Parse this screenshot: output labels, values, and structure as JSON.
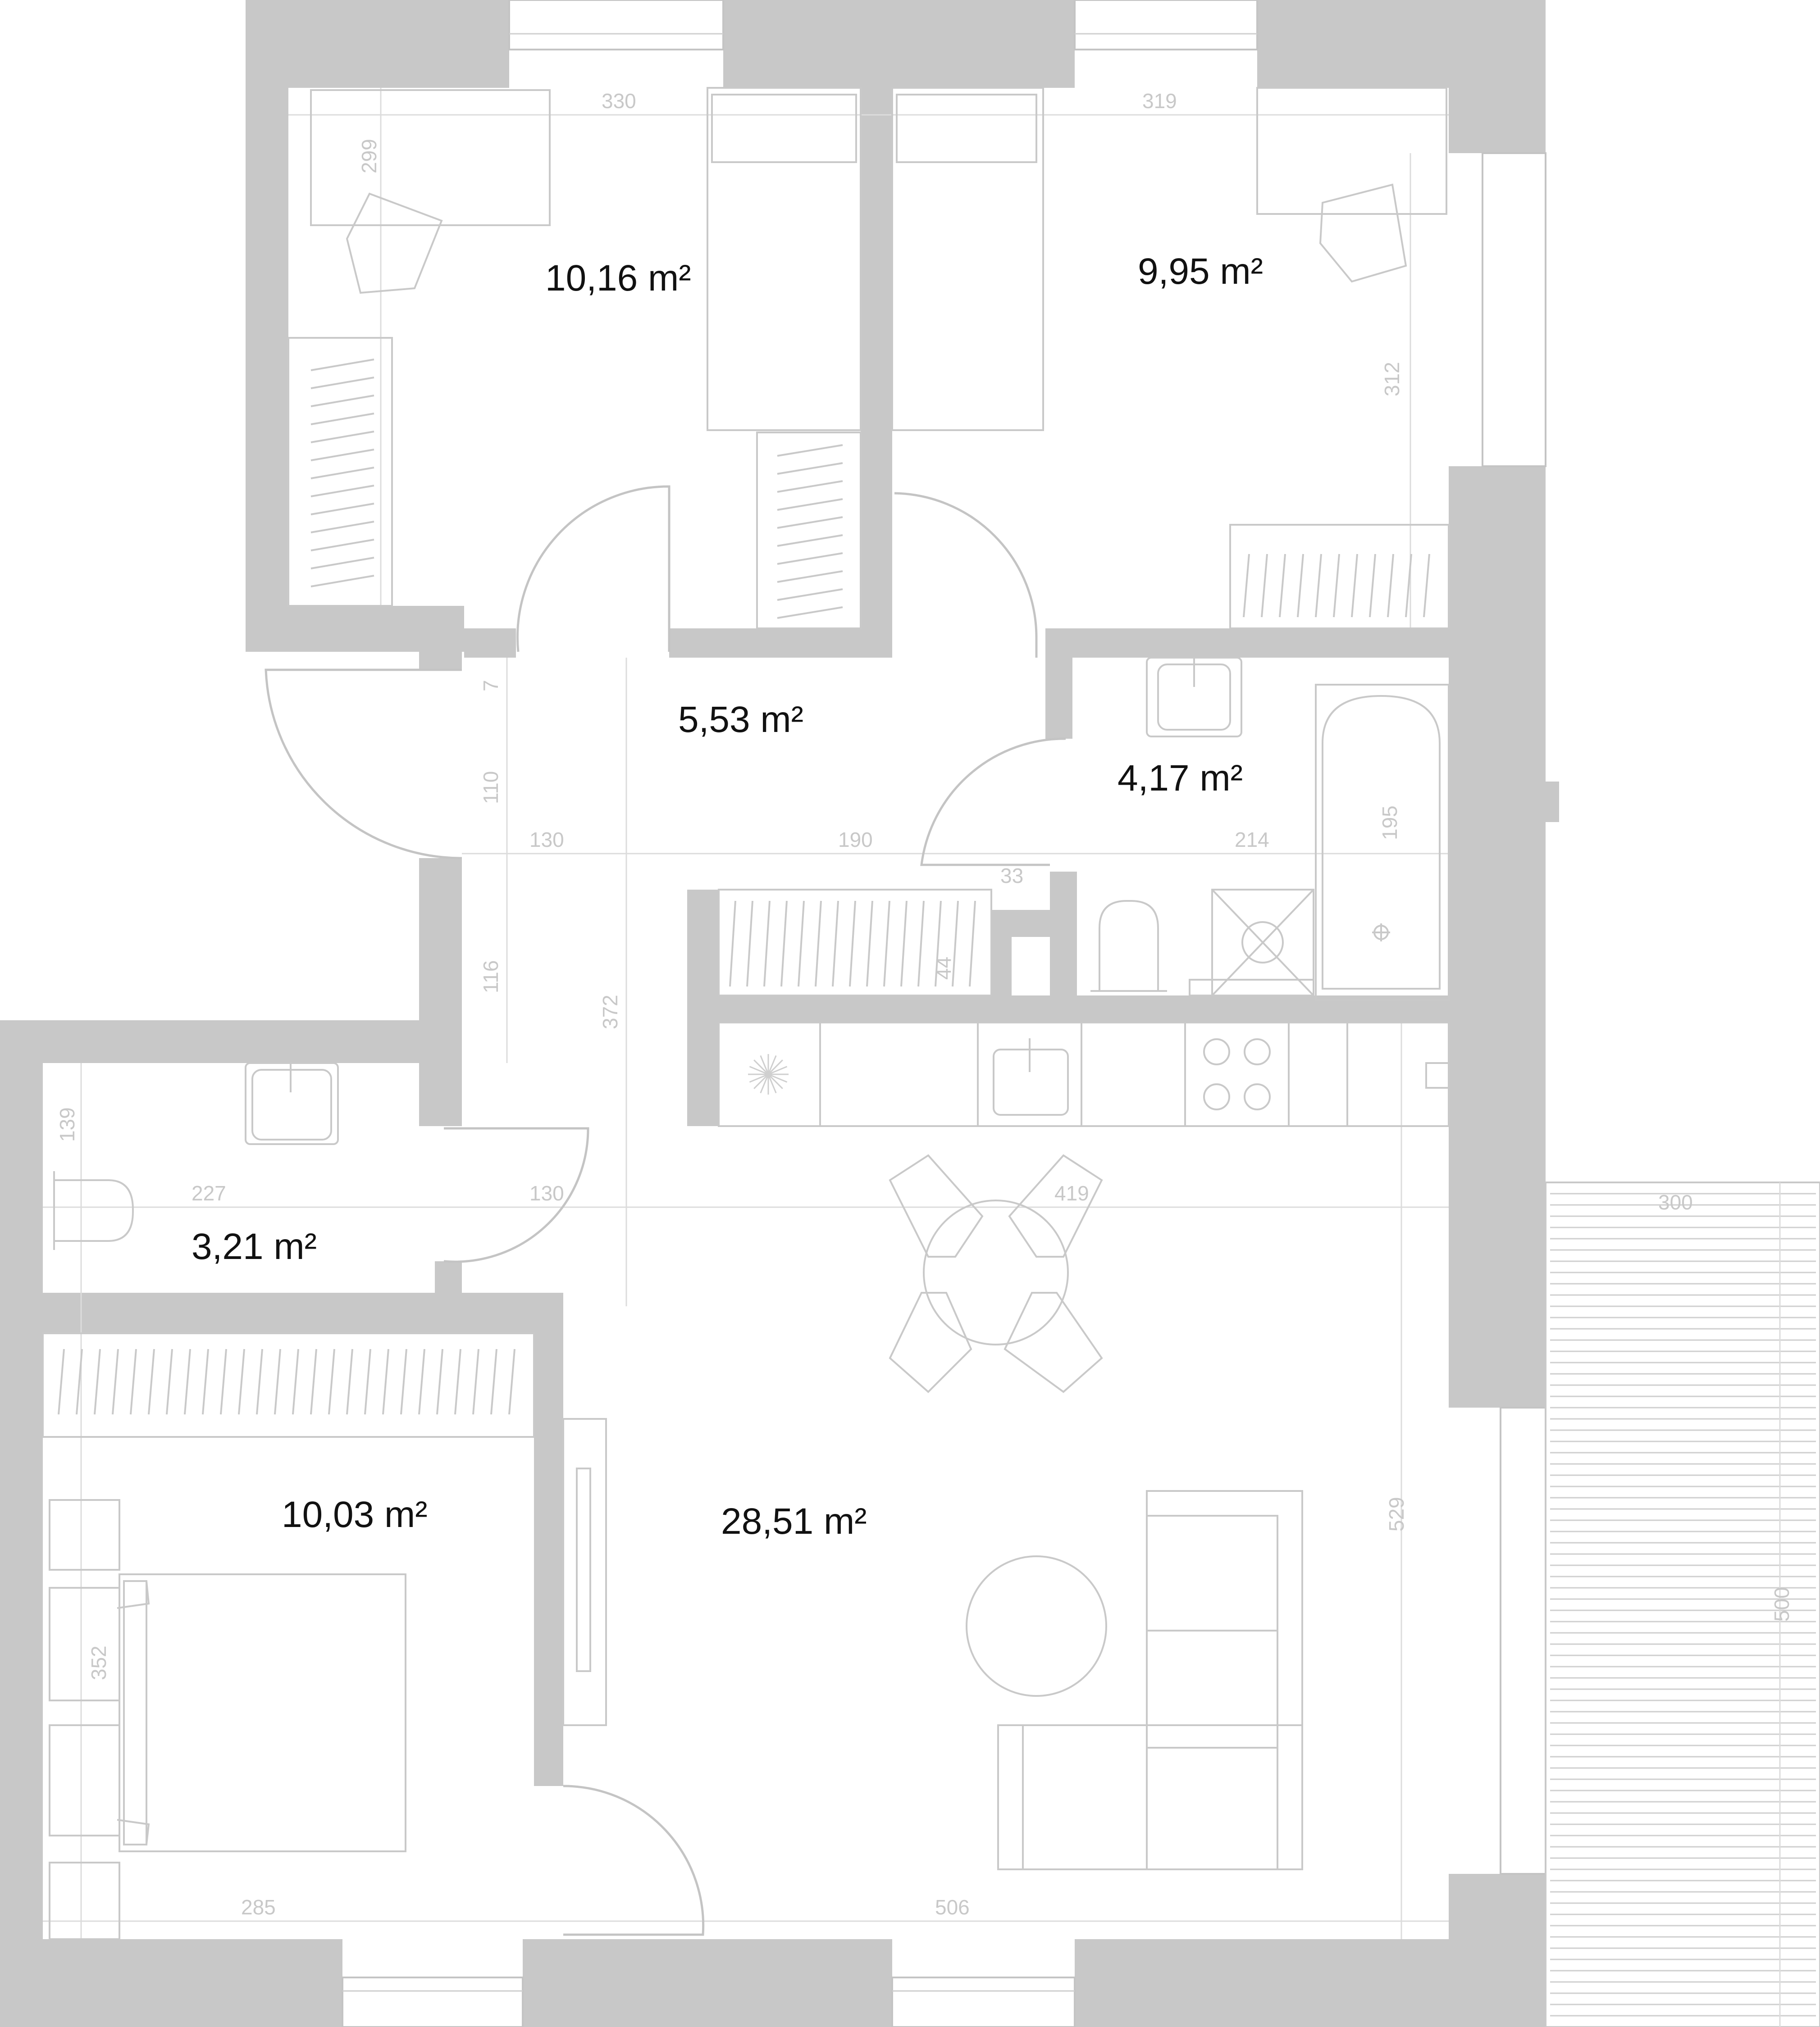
{
  "rooms": [
    {
      "id": "bedroom-top-left",
      "area": "10,16 m²"
    },
    {
      "id": "bedroom-top-right",
      "area": "9,95 m²"
    },
    {
      "id": "hallway",
      "area": "5,53 m²"
    },
    {
      "id": "bathroom",
      "area": "4,17 m²"
    },
    {
      "id": "wc",
      "area": "3,21 m²"
    },
    {
      "id": "bedroom-bottom-left",
      "area": "10,03 m²"
    },
    {
      "id": "living-kitchen",
      "area": "28,51 m²"
    }
  ],
  "dimensions": {
    "d330": "330",
    "d299": "299",
    "d319": "319",
    "d312": "312",
    "d7": "7",
    "d110": "110",
    "d130_top": "130",
    "d190": "190",
    "d214": "214",
    "d33": "33",
    "d44": "44",
    "d116": "116",
    "d372": "372",
    "d195": "195",
    "d139": "139",
    "d227": "227",
    "d130_mid": "130",
    "d419": "419",
    "d300": "300",
    "d529": "529",
    "d500": "500",
    "d352": "352",
    "d285": "285",
    "d506": "506"
  }
}
